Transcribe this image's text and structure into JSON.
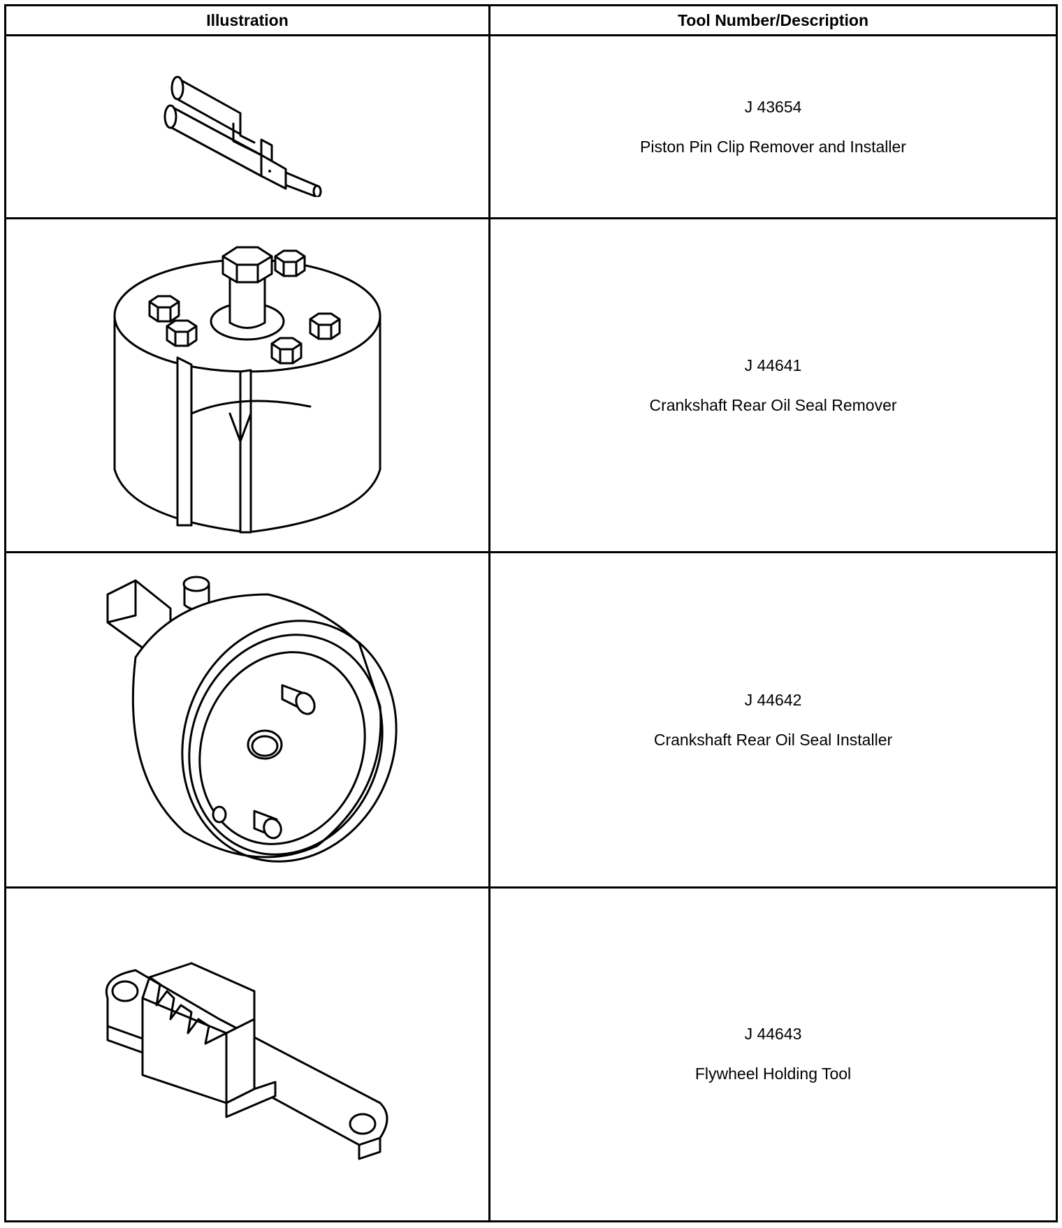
{
  "table": {
    "headers": {
      "illustration": "Illustration",
      "tool": "Tool Number/Description"
    },
    "rows": [
      {
        "number": "J 43654",
        "description": "Piston Pin Clip Remover and Installer",
        "icon": "piston-pin-clip-tool-icon"
      },
      {
        "number": "J 44641",
        "description": "Crankshaft Rear Oil Seal Remover",
        "icon": "seal-remover-icon"
      },
      {
        "number": "J 44642",
        "description": "Crankshaft Rear Oil Seal Installer",
        "icon": "seal-installer-icon"
      },
      {
        "number": "J 44643",
        "description": "Flywheel Holding Tool",
        "icon": "flywheel-holding-tool-icon"
      }
    ]
  }
}
